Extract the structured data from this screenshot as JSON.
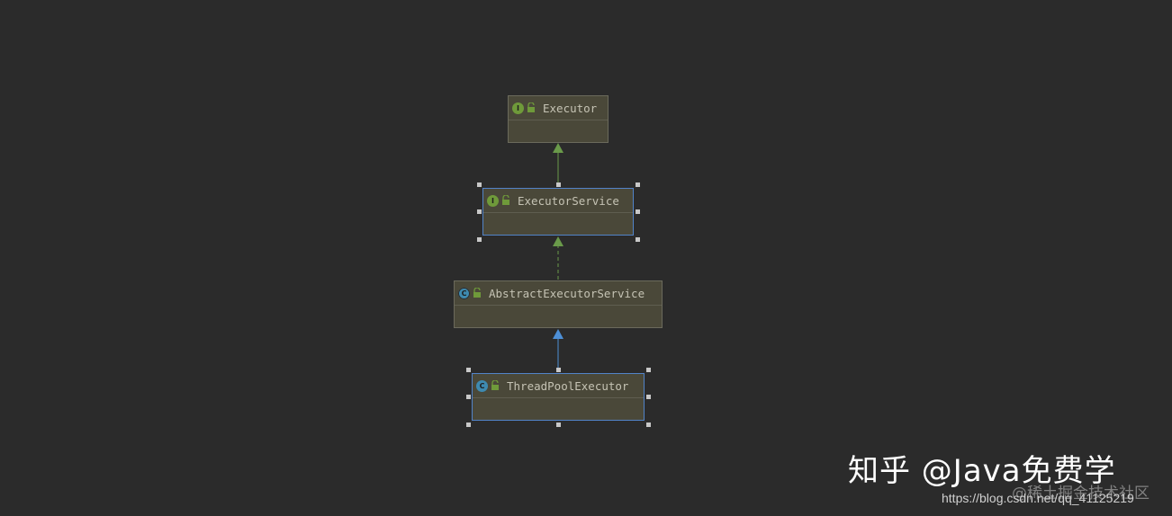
{
  "diagram": {
    "nodes": [
      {
        "id": "executor",
        "label": "Executor",
        "kind": "interface",
        "badge": "I",
        "selected": false
      },
      {
        "id": "executor_service",
        "label": "ExecutorService",
        "kind": "interface",
        "badge": "I",
        "selected": true
      },
      {
        "id": "abstract_executor_service",
        "label": "AbstractExecutorService",
        "kind": "abstract",
        "badge": "C",
        "selected": false
      },
      {
        "id": "thread_pool_executor",
        "label": "ThreadPoolExecutor",
        "kind": "class",
        "badge": "C",
        "selected": true
      }
    ],
    "edges": [
      {
        "from": "executor_service",
        "to": "executor",
        "type": "extends",
        "color": "#6a9a4a",
        "dashed": false
      },
      {
        "from": "abstract_executor_service",
        "to": "executor_service",
        "type": "implements",
        "color": "#6a9a4a",
        "dashed": true
      },
      {
        "from": "thread_pool_executor",
        "to": "abstract_executor_service",
        "type": "extends",
        "color": "#4d8fd6",
        "dashed": false
      }
    ]
  },
  "watermarks": {
    "zhihu": "知乎 @Java免费学",
    "juejin": "@稀土掘金技术社区",
    "url": "https://blog.csdn.net/qq_41125219"
  },
  "colors": {
    "background": "#2b2b2b",
    "node_fill": "#4a4839",
    "selection": "#5283c8",
    "interface_badge": "#6f9a3a",
    "class_badge": "#3e8ab0"
  }
}
